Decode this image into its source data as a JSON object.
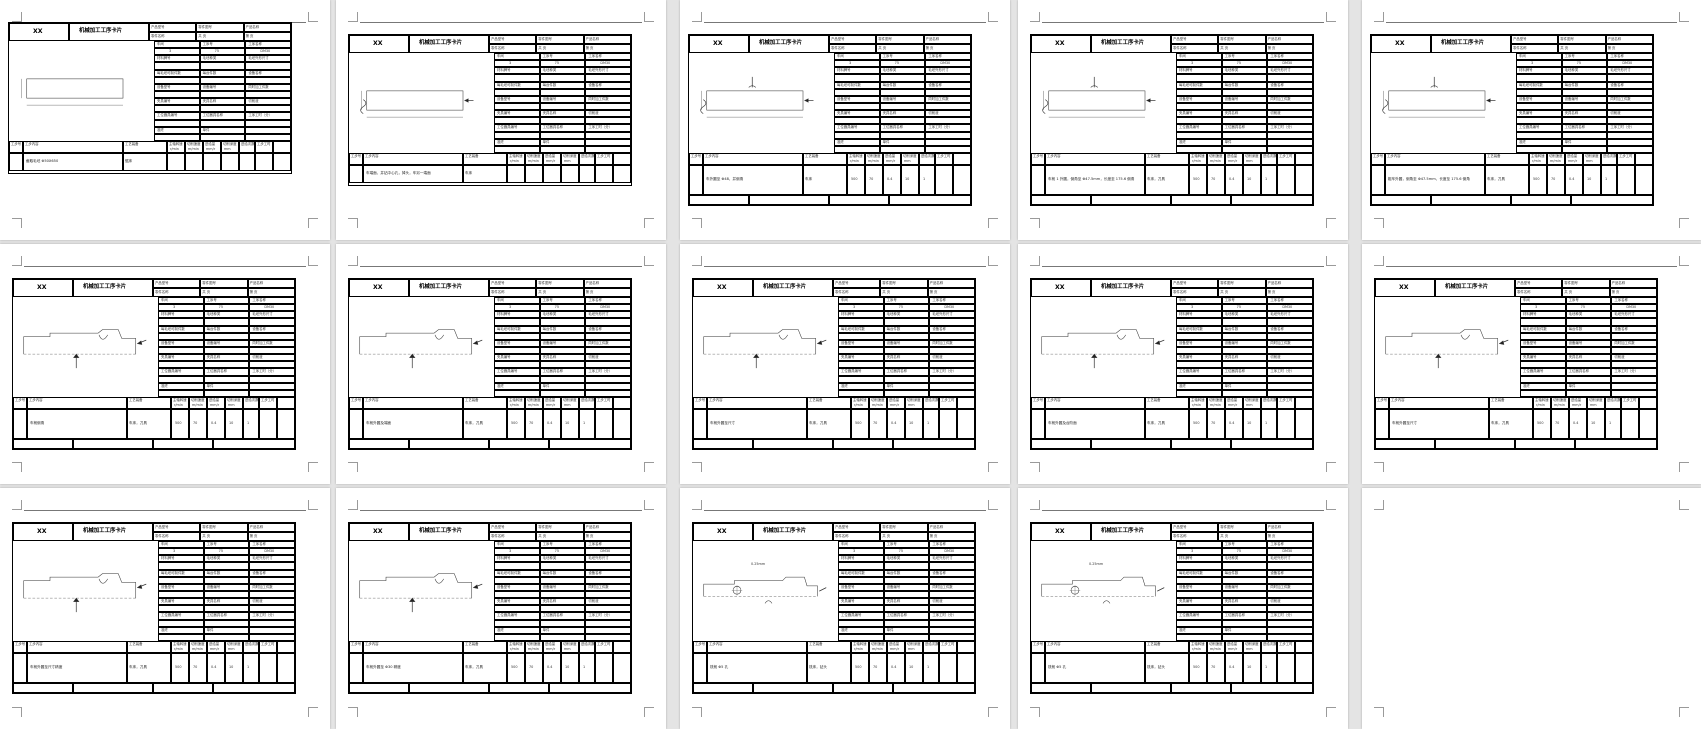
{
  "document": {
    "company": "XX",
    "title": "机械加工工序卡片",
    "header_labels": [
      "产品型号",
      "零件图号",
      "产品名称",
      "零件名称",
      "共 页",
      "第 页"
    ],
    "info_labels": [
      "车间",
      "工序号",
      "工序名称",
      "材料牌号",
      "毛坯种类",
      "毛坯外形尺寸",
      "每毛坯可制件数",
      "每台件数",
      "设备名称",
      "设备型号",
      "设备编号",
      "同时加工件数",
      "夹具编号",
      "夹具名称",
      "切削液",
      "工位器具编号",
      "工位器具名称",
      "工序工时（分）",
      "准终",
      "单件"
    ],
    "step_labels": [
      "工步号",
      "工步内容",
      "工艺装备",
      "主轴转速",
      "切削速度",
      "进给量",
      "切削深度",
      "进给次数",
      "工步工时"
    ],
    "step_units": [
      "r/min",
      "m/min",
      "mm/r",
      "mm"
    ],
    "info_values": [
      "3",
      "75",
      "DM30"
    ],
    "step_values": [
      "500",
      "70",
      "0.4",
      "10",
      "1"
    ],
    "dimension_label": "0.25mm"
  },
  "pages": [
    {
      "content": "截取毛坯 Φ50X650",
      "tool": "锯床"
    },
    {
      "content": "车端面，并钻中心孔，掉头，车另一端面",
      "tool": "车床"
    },
    {
      "content": "车外圆至 Φ48，并倒角",
      "tool": "车床"
    },
    {
      "content": "车削 1 外圆，倒角至 Φ47.5mm，长度至 175.6 倒角",
      "tool": "车床，刀具"
    },
    {
      "content": "粗车外圆，倒角至 Φ47.5mm，长度至 175.6 倒角",
      "tool": "车床，刀具"
    },
    {
      "content": "车削倒角",
      "tool": "车床，刀具"
    },
    {
      "content": "车削外圆及端面",
      "tool": "车床，刀具"
    },
    {
      "content": "车削外圆至尺寸",
      "tool": "车床，刀具"
    },
    {
      "content": "车削外圆及台阶面",
      "tool": "车床，刀具"
    },
    {
      "content": "车削外圆至尺寸",
      "tool": "车床，刀具"
    },
    {
      "content": "车削外圆至尺寸精度",
      "tool": "车床，刀具"
    },
    {
      "content": "车削外圆至 Φ30 精度",
      "tool": "车床，刀具"
    },
    {
      "content": "铣削 Φ5 孔",
      "tool": "铣床，钻头"
    },
    {
      "content": "铣削 Φ5 孔",
      "tool": "铣床，钻头"
    }
  ]
}
